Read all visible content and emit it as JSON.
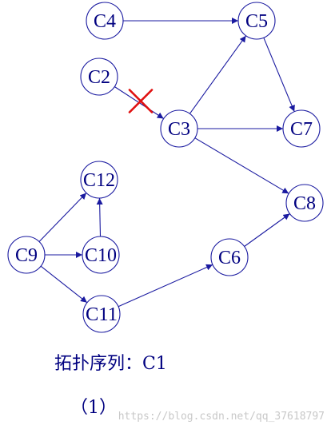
{
  "colors": {
    "node_stroke": "#1a1aa0",
    "text": "#000080",
    "cross": "#e01010"
  },
  "nodes": [
    {
      "id": "C4",
      "label": "C4"
    },
    {
      "id": "C5",
      "label": "C5"
    },
    {
      "id": "C2",
      "label": "C2"
    },
    {
      "id": "C3",
      "label": "C3"
    },
    {
      "id": "C7",
      "label": "C7"
    },
    {
      "id": "C12",
      "label": "C12"
    },
    {
      "id": "C8",
      "label": "C8"
    },
    {
      "id": "C9",
      "label": "C9"
    },
    {
      "id": "C10",
      "label": "C10"
    },
    {
      "id": "C6",
      "label": "C6"
    },
    {
      "id": "C11",
      "label": "C11"
    }
  ],
  "edges": [
    {
      "from": "C4",
      "to": "C5",
      "removed": false
    },
    {
      "from": "C2",
      "to": "C3",
      "removed": true
    },
    {
      "from": "C3",
      "to": "C5",
      "removed": false
    },
    {
      "from": "C5",
      "to": "C7",
      "removed": false
    },
    {
      "from": "C3",
      "to": "C7",
      "removed": false
    },
    {
      "from": "C3",
      "to": "C8",
      "removed": false
    },
    {
      "from": "C9",
      "to": "C12",
      "removed": false
    },
    {
      "from": "C9",
      "to": "C10",
      "removed": false
    },
    {
      "from": "C10",
      "to": "C12",
      "removed": false
    },
    {
      "from": "C9",
      "to": "C11",
      "removed": false
    },
    {
      "from": "C11",
      "to": "C6",
      "removed": false
    },
    {
      "from": "C6",
      "to": "C8",
      "removed": false
    }
  ],
  "caption": {
    "sequence": "拓扑序列：C1",
    "figure_number": "（1）"
  },
  "watermark": "https://blog.csdn.net/qq_37618797"
}
